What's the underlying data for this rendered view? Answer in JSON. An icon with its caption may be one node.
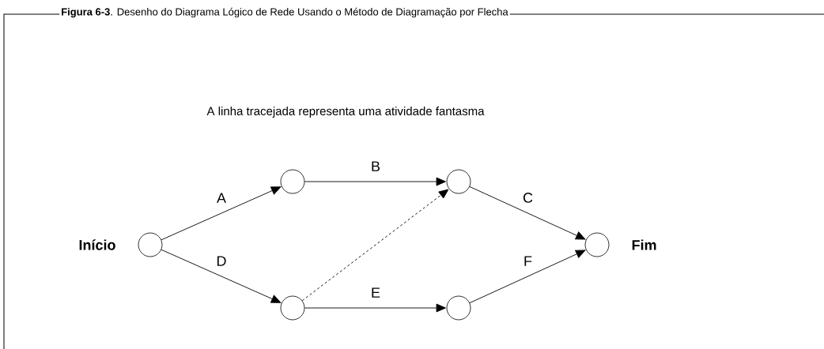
{
  "diagram": {
    "title": "**Figura 6-3**. Desenho do Diagrama Lógico de Rede Usando o Método de Diagramação por Flecha",
    "nodes": [
      {
        "text": [],
        "shape": "circle",
        "beside": [
          "Início"
        ]
      },
      {
        "text": [],
        "shape": "circle"
      },
      {
        "text": [],
        "shape": "circle"
      },
      {
        "text": [],
        "shape": "circle"
      },
      {
        "text": [],
        "shape": "circle"
      },
      {
        "text": [],
        "shape": "circle",
        "beside": [
          "Fim"
        ]
      }
    ],
    "edges": [
      {
        "from": 0,
        "to": 1,
        "arrow": "to",
        "label": "A"
      },
      {
        "from": 0,
        "to": 2,
        "arrow": "to",
        "label": "D"
      },
      {
        "from": 1,
        "to": 3,
        "arrow": "to",
        "label": "B"
      },
      {
        "from": 2,
        "to": 3,
        "arrow": "to",
        "style": "dashed"
      },
      {
        "from": 2,
        "to": 4,
        "arrow": "to",
        "label": "E"
      },
      {
        "from": 3,
        "to": 5,
        "arrow": "to",
        "label": "C"
      },
      {
        "from": 4,
        "to": 5,
        "arrow": "to",
        "label": "F"
      }
    ],
    "labels": [
      "A linha tracejada representa uma atividade fantasma"
    ]
  }
}
